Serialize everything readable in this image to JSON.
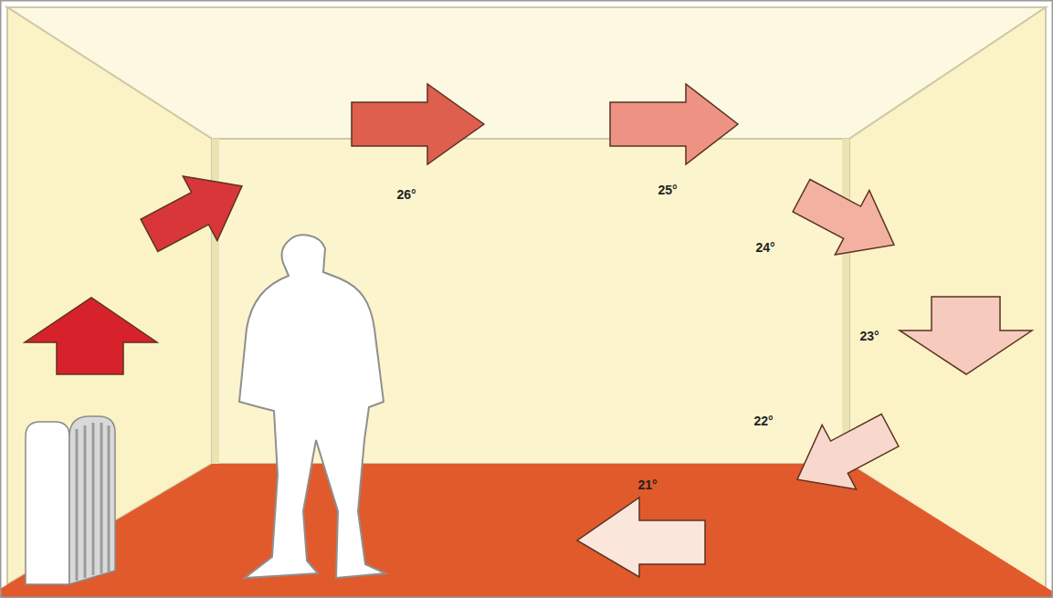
{
  "diagram": {
    "labels": [
      "26°",
      "25°",
      "24°",
      "23°",
      "22°",
      "21°"
    ]
  }
}
